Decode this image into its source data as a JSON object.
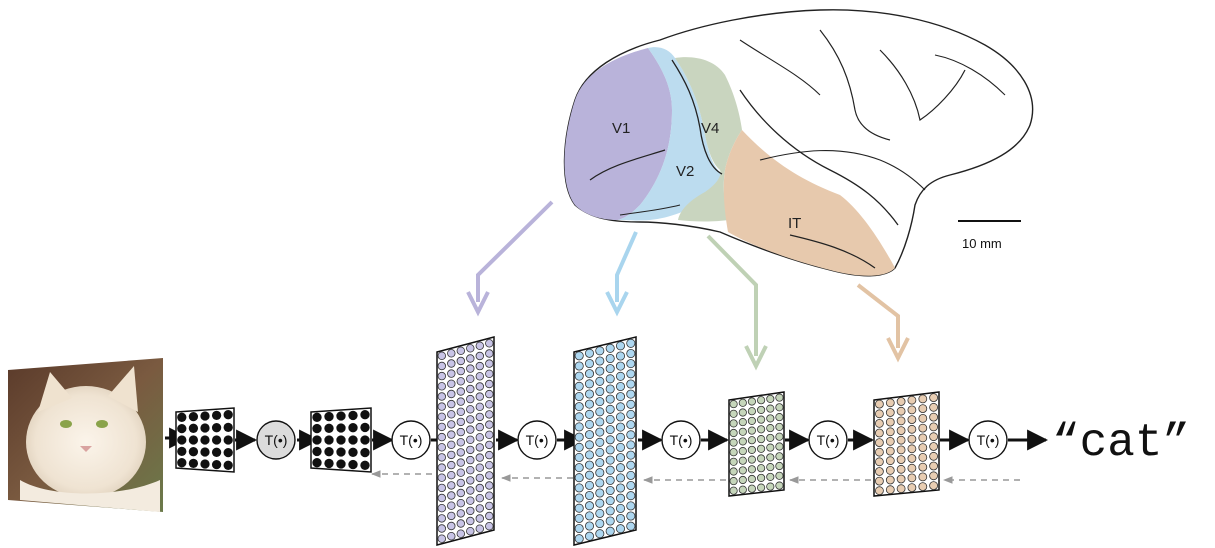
{
  "brain": {
    "regions": [
      {
        "id": "v1",
        "label": "V1",
        "color": "#b9b3da"
      },
      {
        "id": "v2",
        "label": "V2",
        "color": "#bcdcef"
      },
      {
        "id": "v4",
        "label": "V4",
        "color": "#c9d5bf"
      },
      {
        "id": "it",
        "label": "IT",
        "color": "#e7c9ad"
      }
    ],
    "scale_bar": "10 mm"
  },
  "pipeline": {
    "operator": "T(•)",
    "output": "“cat”"
  },
  "colors": {
    "v1": "#b9b3da",
    "v2": "#a9d5ee",
    "v4": "#bfd1b5",
    "it": "#e2c3a4",
    "arrow": "#111111",
    "feedback": "#999999"
  }
}
